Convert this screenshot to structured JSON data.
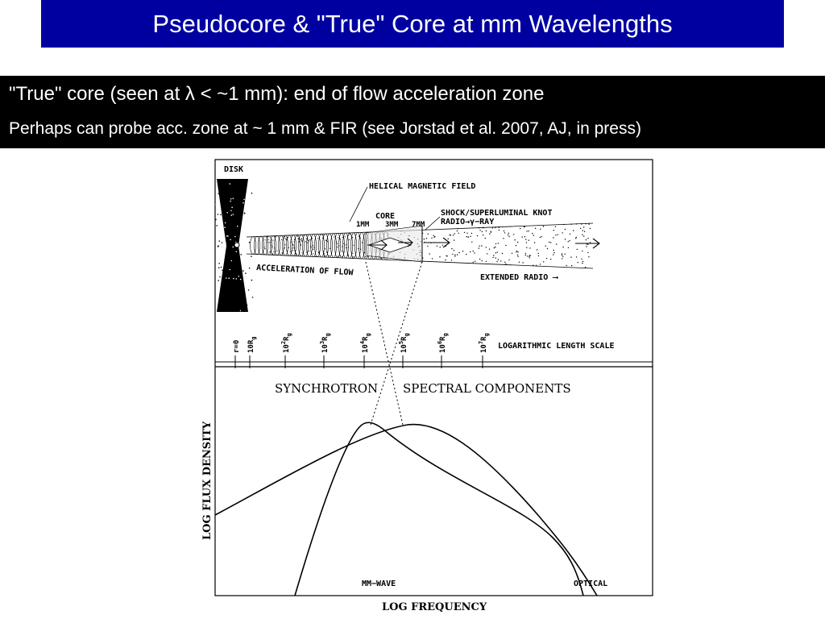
{
  "slide": {
    "title": "Pseudocore & \"True\" Core at mm Wavelengths",
    "subtitle_line1": "\"True\" core (seen at λ < ~1 mm): end of flow acceleration zone",
    "subtitle_line2": "Perhaps can probe acc. zone at ~ 1 mm & FIR (see Jorstad et al. 2007, AJ, in press)"
  },
  "colors": {
    "title_bg": "#0000a0",
    "subtitle_bg": "#000000",
    "text_on_dark": "#ffffff",
    "figure_ink": "#000000"
  },
  "figure": {
    "top_panel": {
      "disk_label": "DISK",
      "helical_label": "HELICAL MAGNETIC FIELD",
      "core_label": "CORE",
      "mm1_label": "1MM",
      "mm3_label": "3MM",
      "mm7_label": "7MM",
      "shock_label": "SHOCK/SUPERLUMINAL KNOT",
      "radio_gamma_label": "RADIO→γ−RAY",
      "acceleration_label": "ACCELERATION OF FLOW",
      "extended_label": "EXTENDED RADIO ⟶",
      "scale_label": "LOGARITHMIC LENGTH SCALE",
      "ticks": [
        {
          "base": "r=0",
          "exp": ""
        },
        {
          "base": "10R",
          "exp": ""
        },
        {
          "base": "10",
          "exp": "2"
        },
        {
          "base": "10",
          "exp": "3"
        },
        {
          "base": "10",
          "exp": "4"
        },
        {
          "base": "10",
          "exp": "5"
        },
        {
          "base": "10",
          "exp": "6"
        },
        {
          "base": "10",
          "exp": "7"
        }
      ],
      "tick_subscript": "g"
    },
    "bottom_panel": {
      "synchrotron_label": "SYNCHROTRON",
      "spectral_label": "SPECTRAL COMPONENTS",
      "ylabel": "LOG FLUX DENSITY",
      "xlabel": "LOG FREQUENCY",
      "mmwave_label": "MM−WAVE",
      "optical_label": "OPTICAL"
    }
  }
}
